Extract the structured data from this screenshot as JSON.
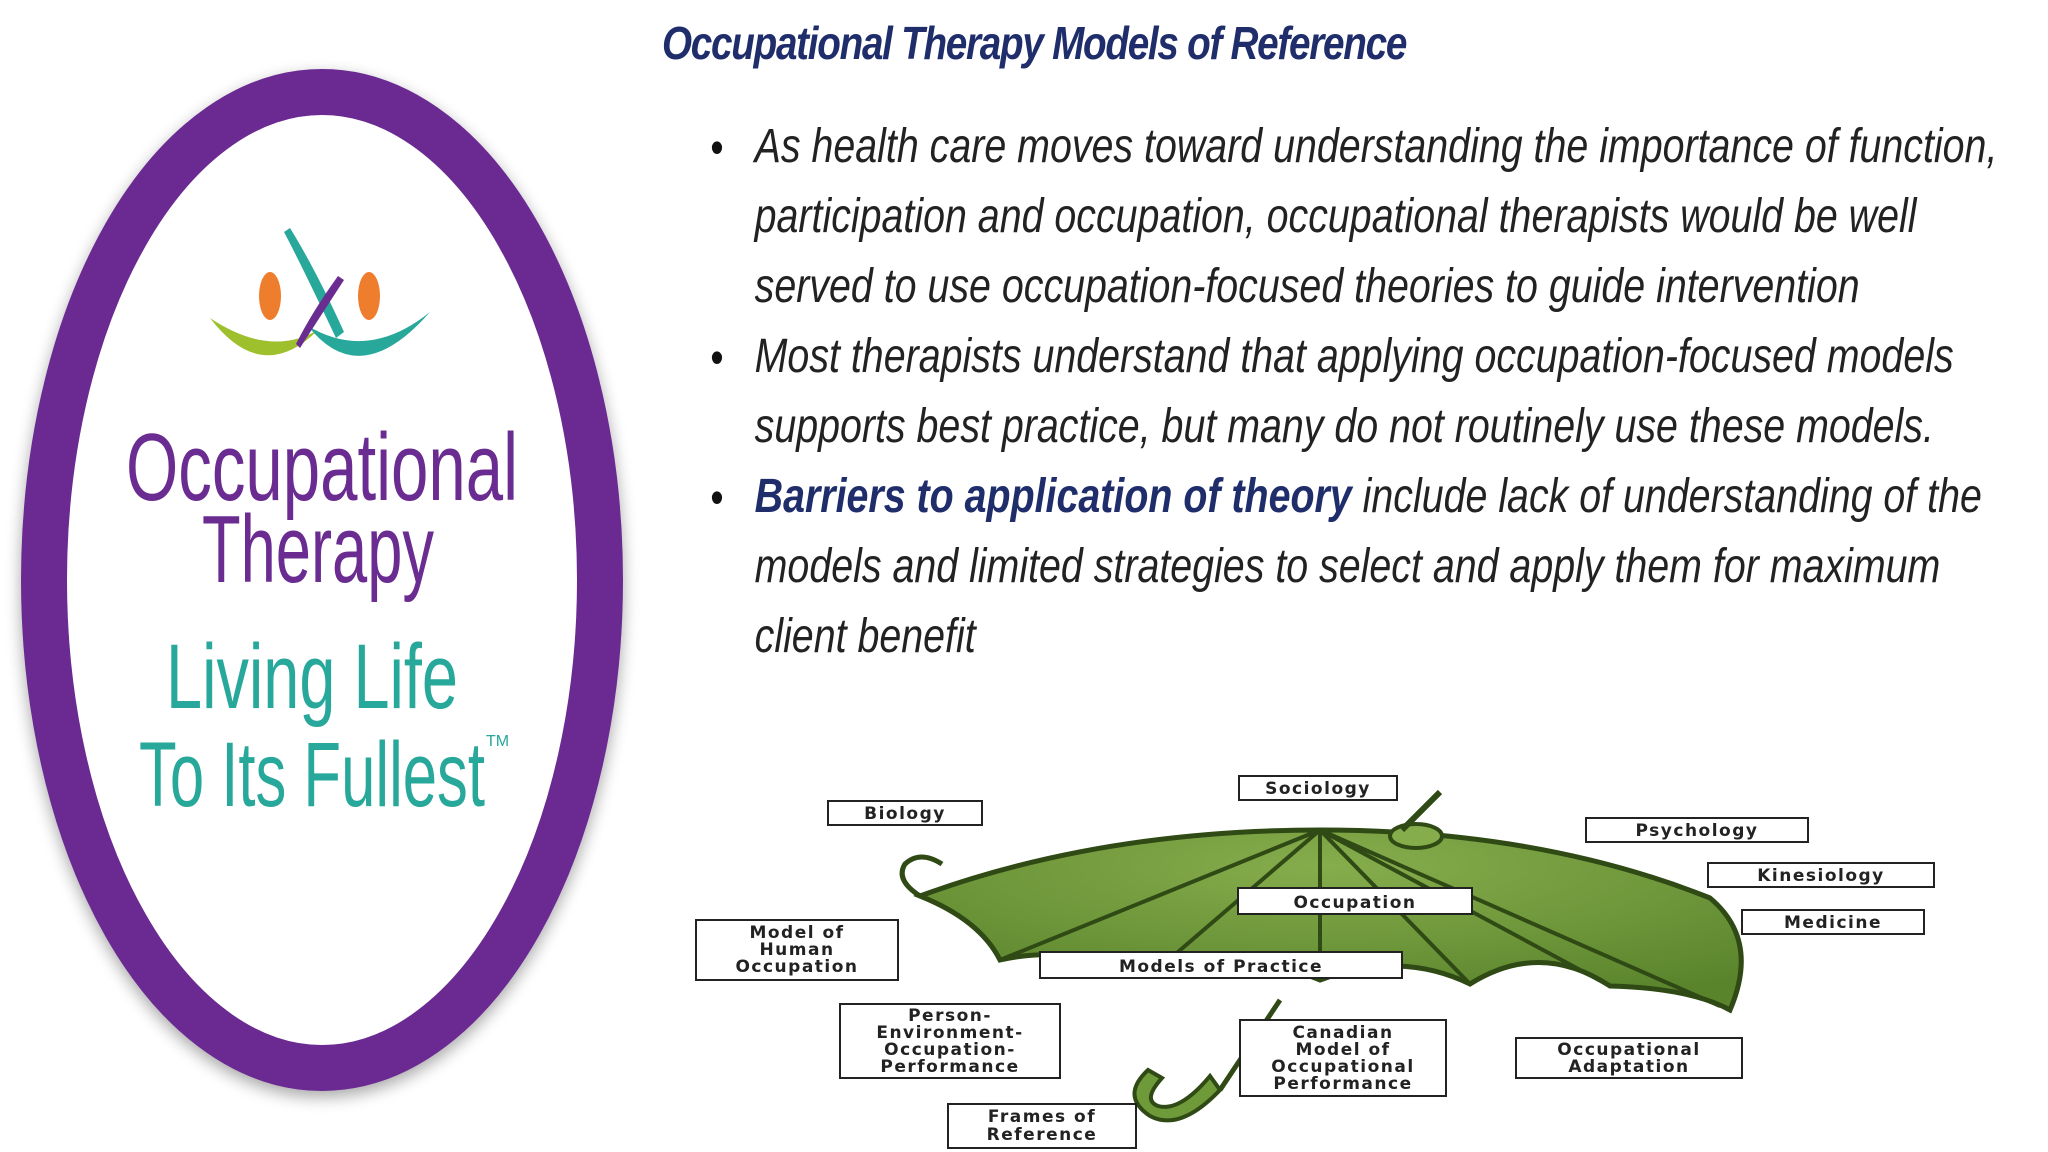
{
  "logo": {
    "line1": "Occupational",
    "line2": "Therapy",
    "line3": "Living Life",
    "line4": "To Its Fullest",
    "trademark": "TM",
    "colors": {
      "ring": "#6a2c91",
      "purple_text": "#6a2c91",
      "teal_text": "#27a89a",
      "orange": "#ee7d2e",
      "green": "#9ec02d"
    }
  },
  "slide": {
    "title": "Occupational Therapy Models of Reference",
    "bullets": [
      {
        "emph": "",
        "text": "As health care moves toward understanding the importance of function, participation and occupation, occupational therapists would be well served to use occupation-focused theories to guide intervention"
      },
      {
        "emph": "",
        "text": "Most therapists understand that applying occupation-focused models supports best practice, but many do not routinely use these models."
      },
      {
        "emph": "Barriers to application of theory",
        "text": " include lack of understanding of the models and limited strategies to select and apply them for maximum client benefit"
      }
    ]
  },
  "diagram": {
    "labels": {
      "sociology": "Sociology",
      "biology": "Biology",
      "psychology": "Psychology",
      "kinesiology": "Kinesiology",
      "medicine": "Medicine",
      "occupation": "Occupation",
      "models_of_practice": "Models of Practice",
      "moho": [
        "Model of",
        "Human",
        "Occupation"
      ],
      "peop": [
        "Person-",
        "Environment-",
        "Occupation-",
        "Performance"
      ],
      "cmop": [
        "Canadian",
        "Model of",
        "Occupational",
        "Performance"
      ],
      "occ_adaptation": [
        "Occupational",
        "Adaptation"
      ],
      "frames": [
        "Frames of",
        "Reference"
      ]
    },
    "colors": {
      "canopy": "#6f9a3a",
      "canopy_dark": "#2f4a14"
    }
  }
}
